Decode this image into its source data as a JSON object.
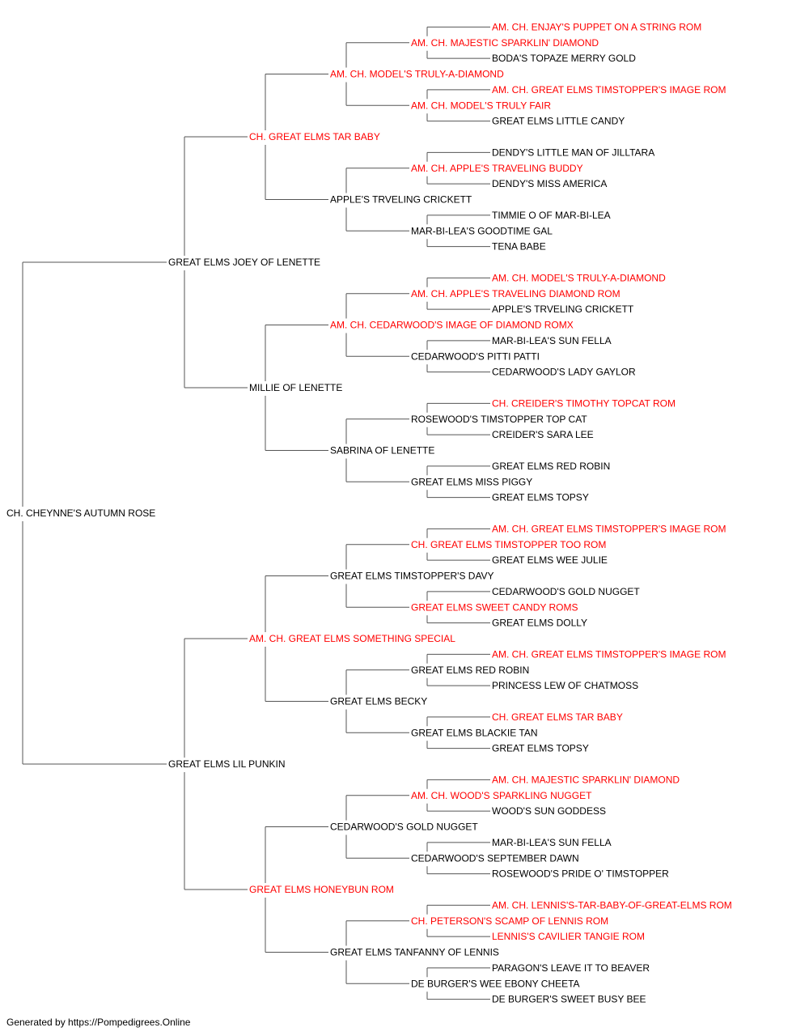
{
  "pedigree": {
    "name": "CH. CHEYNNE'S AUTUMN ROSE",
    "champion": false,
    "sire": {
      "name": "GREAT ELMS JOEY OF LENETTE",
      "champion": false,
      "sire": {
        "name": "CH. GREAT ELMS TAR BABY",
        "champion": true,
        "sire": {
          "name": "AM. CH. MODEL'S TRULY-A-DIAMOND",
          "champion": true,
          "sire": {
            "name": "AM. CH. MAJESTIC SPARKLIN' DIAMOND",
            "champion": true,
            "sire": {
              "name": "AM. CH. ENJAY'S PUPPET ON A STRING ROM",
              "champion": true
            },
            "dam": {
              "name": "BODA'S TOPAZE MERRY GOLD",
              "champion": false
            }
          },
          "dam": {
            "name": "AM. CH. MODEL'S TRULY FAIR",
            "champion": true,
            "sire": {
              "name": "AM. CH. GREAT ELMS TIMSTOPPER'S IMAGE ROM",
              "champion": true
            },
            "dam": {
              "name": "GREAT ELMS LITTLE CANDY",
              "champion": false
            }
          }
        },
        "dam": {
          "name": "APPLE'S TRVELING CRICKETT",
          "champion": false,
          "sire": {
            "name": "AM. CH. APPLE'S TRAVELING BUDDY",
            "champion": true,
            "sire": {
              "name": "DENDY'S LITTLE MAN OF JILLTARA",
              "champion": false
            },
            "dam": {
              "name": "DENDY'S MISS AMERICA",
              "champion": false
            }
          },
          "dam": {
            "name": "MAR-BI-LEA'S GOODTIME GAL",
            "champion": false,
            "sire": {
              "name": "TIMMIE O OF MAR-BI-LEA",
              "champion": false
            },
            "dam": {
              "name": "TENA BABE",
              "champion": false
            }
          }
        }
      },
      "dam": {
        "name": "MILLIE OF LENETTE",
        "champion": false,
        "sire": {
          "name": "AM. CH. CEDARWOOD'S IMAGE OF DIAMOND ROMX",
          "champion": true,
          "sire": {
            "name": "AM. CH. APPLE'S TRAVELING DIAMOND ROM",
            "champion": true,
            "sire": {
              "name": "AM. CH. MODEL'S TRULY-A-DIAMOND",
              "champion": true
            },
            "dam": {
              "name": "APPLE'S TRVELING CRICKETT",
              "champion": false
            }
          },
          "dam": {
            "name": "CEDARWOOD'S PITTI PATTI",
            "champion": false,
            "sire": {
              "name": "MAR-BI-LEA'S SUN FELLA",
              "champion": false
            },
            "dam": {
              "name": "CEDARWOOD'S LADY GAYLOR",
              "champion": false
            }
          }
        },
        "dam": {
          "name": "SABRINA OF LENETTE",
          "champion": false,
          "sire": {
            "name": "ROSEWOOD'S TIMSTOPPER TOP CAT",
            "champion": false,
            "sire": {
              "name": "CH. CREIDER'S TIMOTHY TOPCAT ROM",
              "champion": true
            },
            "dam": {
              "name": "CREIDER'S SARA LEE",
              "champion": false
            }
          },
          "dam": {
            "name": "GREAT ELMS MISS PIGGY",
            "champion": false,
            "sire": {
              "name": "GREAT ELMS RED ROBIN",
              "champion": false
            },
            "dam": {
              "name": "GREAT ELMS TOPSY",
              "champion": false
            }
          }
        }
      }
    },
    "dam": {
      "name": "GREAT ELMS LIL PUNKIN",
      "champion": false,
      "sire": {
        "name": "AM. CH. GREAT ELMS SOMETHING SPECIAL",
        "champion": true,
        "sire": {
          "name": "GREAT ELMS TIMSTOPPER'S DAVY",
          "champion": false,
          "sire": {
            "name": "CH. GREAT ELMS TIMSTOPPER TOO ROM",
            "champion": true,
            "sire": {
              "name": "AM. CH. GREAT ELMS TIMSTOPPER'S IMAGE ROM",
              "champion": true
            },
            "dam": {
              "name": "GREAT ELMS WEE JULIE",
              "champion": false
            }
          },
          "dam": {
            "name": "GREAT ELMS SWEET CANDY ROMS",
            "champion": true,
            "sire": {
              "name": "CEDARWOOD'S GOLD NUGGET",
              "champion": false
            },
            "dam": {
              "name": "GREAT ELMS DOLLY",
              "champion": false
            }
          }
        },
        "dam": {
          "name": "GREAT ELMS BECKY",
          "champion": false,
          "sire": {
            "name": "GREAT ELMS RED ROBIN",
            "champion": false,
            "sire": {
              "name": "AM. CH. GREAT ELMS TIMSTOPPER'S IMAGE ROM",
              "champion": true
            },
            "dam": {
              "name": "PRINCESS LEW OF CHATMOSS",
              "champion": false
            }
          },
          "dam": {
            "name": "GREAT ELMS BLACKIE TAN",
            "champion": false,
            "sire": {
              "name": "CH. GREAT ELMS TAR BABY",
              "champion": true
            },
            "dam": {
              "name": "GREAT ELMS TOPSY",
              "champion": false
            }
          }
        }
      },
      "dam": {
        "name": "GREAT ELMS HONEYBUN ROM",
        "champion": true,
        "sire": {
          "name": "CEDARWOOD'S GOLD NUGGET",
          "champion": false,
          "sire": {
            "name": "AM. CH. WOOD'S SPARKLING NUGGET",
            "champion": true,
            "sire": {
              "name": "AM. CH. MAJESTIC SPARKLIN' DIAMOND",
              "champion": true
            },
            "dam": {
              "name": "WOOD'S SUN GODDESS",
              "champion": false
            }
          },
          "dam": {
            "name": "CEDARWOOD'S SEPTEMBER DAWN",
            "champion": false,
            "sire": {
              "name": "MAR-BI-LEA'S SUN FELLA",
              "champion": false
            },
            "dam": {
              "name": "ROSEWOOD'S PRIDE O' TIMSTOPPER",
              "champion": false
            }
          }
        },
        "dam": {
          "name": "GREAT ELMS TANFANNY OF LENNIS",
          "champion": false,
          "sire": {
            "name": "CH. PETERSON'S SCAMP OF LENNIS ROM",
            "champion": true,
            "sire": {
              "name": "AM. CH. LENNIS'S-TAR-BABY-OF-GREAT-ELMS ROM",
              "champion": true
            },
            "dam": {
              "name": "LENNIS'S CAVILIER TANGIE ROM",
              "champion": true
            }
          },
          "dam": {
            "name": "DE BURGER'S WEE EBONY CHEETA",
            "champion": false,
            "sire": {
              "name": "PARAGON'S LEAVE IT TO BEAVER",
              "champion": false
            },
            "dam": {
              "name": "DE BURGER'S SWEET BUSY BEE",
              "champion": false
            }
          }
        }
      }
    }
  },
  "colors": {
    "champion": "#ff0000",
    "regular": "#000000",
    "line": "#555555"
  },
  "footer": "Generated by https://Pompedigrees.Online"
}
